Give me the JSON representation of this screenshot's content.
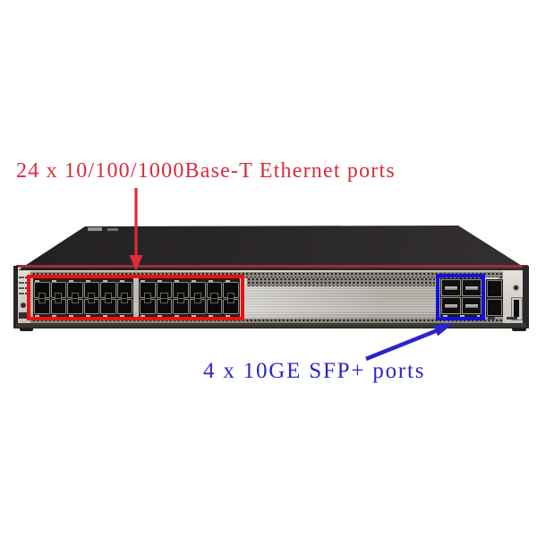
{
  "annotations": {
    "ethernet_label": "24 x 10/100/1000Base-T Ethernet ports",
    "sfp_label": "4 x 10GE SFP+ ports"
  },
  "device": {
    "kind": "rack-mount Ethernet switch, front view",
    "ethernet_ports": {
      "total": 24,
      "groups": 2,
      "per_group": 12,
      "rows": 2
    },
    "sfp_ports": {
      "count": 4,
      "rows": 2
    },
    "console_ports": 2,
    "led_indicator_rows": 4
  },
  "colors": {
    "annotation-red": "#dc2b3a",
    "annotation-blue": "#2b24cd",
    "box-red": "#ee0f0f",
    "box-blue": "#1411da",
    "accent-stripe": "#9c2e36",
    "chassis-top": "#2b282b",
    "panel-silver": "#b7b3ac"
  }
}
